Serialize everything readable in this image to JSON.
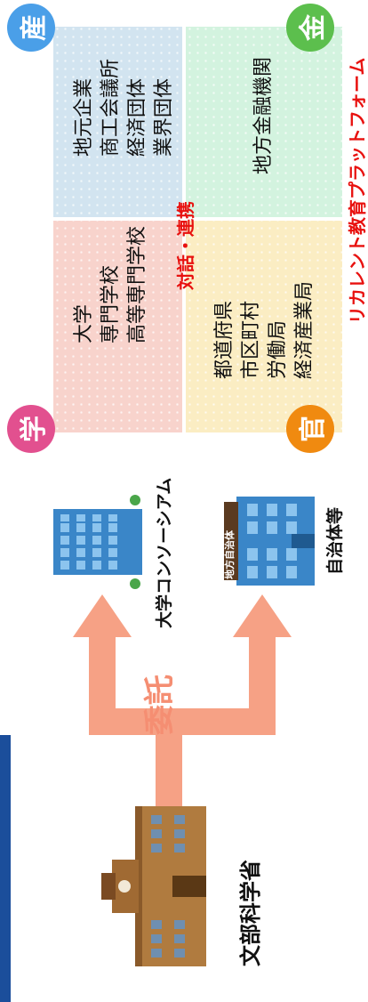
{
  "ministry": {
    "label": "文部科学省"
  },
  "arrow": {
    "label": "委託"
  },
  "consortium": {
    "label": "大学コンソーシアム"
  },
  "local_gov": {
    "label": "自治体等",
    "sign": "地方自治体"
  },
  "platform": {
    "label": "リカレント教育プラットフォーム"
  },
  "center": {
    "label": "対話・連携"
  },
  "quadrants": {
    "industry": {
      "badge": "産",
      "color": "#4a9fe8",
      "lines": [
        "地元企業",
        "商工会議所",
        "経済団体",
        "業界団体"
      ]
    },
    "finance": {
      "badge": "金",
      "color": "#5cbf4d",
      "lines": [
        "地方金融機関"
      ]
    },
    "academia": {
      "badge": "学",
      "color": "#e2508f",
      "lines": [
        "大学",
        "専門学校",
        "高等専門学校"
      ]
    },
    "government": {
      "badge": "官",
      "color": "#f08a10",
      "lines": [
        "都道府県",
        "市区町村",
        "労働局",
        "経済産業局"
      ]
    }
  },
  "colors": {
    "arrow": "#f6a185",
    "label_red": "#e8110f",
    "bar": "#1b4e9b"
  }
}
